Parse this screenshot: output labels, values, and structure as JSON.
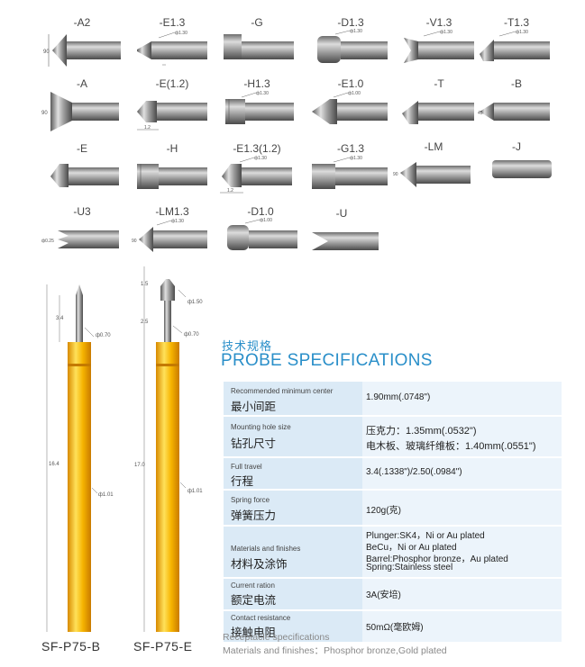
{
  "tips": {
    "a2": {
      "label": "-A2",
      "dim": "90"
    },
    "e13": {
      "label": "-E1.3",
      "dim": "ф1.30"
    },
    "g": {
      "label": "-G"
    },
    "d13": {
      "label": "-D1.3",
      "dim": "ф1.30"
    },
    "v13": {
      "label": "-V1.3",
      "dim": "ф1.30"
    },
    "t13": {
      "label": "-T1.3",
      "dim": "ф1.30"
    },
    "a": {
      "label": "-A",
      "dim": "90"
    },
    "e12": {
      "label": "-E(1.2)",
      "dim": "1.2"
    },
    "h13": {
      "label": "-H1.3",
      "dim": "ф1.30"
    },
    "e10": {
      "label": "-E1.0",
      "dim": "ф1.00"
    },
    "t": {
      "label": "-T"
    },
    "b": {
      "label": "-B",
      "dim": "45"
    },
    "e": {
      "label": "-E"
    },
    "h": {
      "label": "-H"
    },
    "e1312": {
      "label": "-E1.3(1.2)",
      "dim": "ф1.30",
      "dim2": "1.2"
    },
    "g13": {
      "label": "-G1.3",
      "dim": "ф1.30"
    },
    "lm": {
      "label": "-LM",
      "dim": "90"
    },
    "j": {
      "label": "-J"
    },
    "u3": {
      "label": "-U3",
      "dim": "ф0.25"
    },
    "lm13": {
      "label": "-LM1.3",
      "dim": "ф1.30",
      "dim2": "90"
    },
    "d10": {
      "label": "-D1.0",
      "dim": "ф1.00"
    },
    "u": {
      "label": "-U"
    }
  },
  "probe_b": {
    "name": "SF-P75-B",
    "len_tip": "3.4",
    "len_total": "16.4",
    "dia_tip": "ф0.70",
    "dia_barrel": "ф1.01"
  },
  "probe_e": {
    "name": "SF-P75-E",
    "len_head": "1.5",
    "len_neck": "2.5",
    "len_total": "17.0",
    "dia_head": "ф1.50",
    "dia_tip": "ф0.70",
    "dia_barrel": "ф1.01"
  },
  "spec": {
    "title_cn": "技术规格",
    "title_en": "PROBE SPECIFICATIONS",
    "rows": [
      {
        "en": "Recommended minimum center",
        "cn": "最小间距",
        "val1": "1.90mm(.0748\")"
      },
      {
        "en": "Mounting hole size",
        "cn": "钻孔尺寸",
        "val1": "压克力：1.35mm(.0532\")",
        "val2": "电木板、玻璃纤维板：1.40mm(.0551\")"
      },
      {
        "en": "Full travel",
        "cn": "行程",
        "val1": "3.4(.1338\")/2.50(.0984\")"
      },
      {
        "en": "Spring force",
        "cn": "弹簧压力",
        "val1": "120g(克)"
      },
      {
        "en": "Materials and finishes",
        "cn": "材料及涂饰",
        "val1": "Plunger:SK4，Ni or Au plated",
        "val2": "BeCu，Ni or Au plated",
        "val3": "Barrel:Phosphor bronze，Au plated",
        "val4": "Spring:Stainless steel"
      },
      {
        "en": "Current ration",
        "cn": "额定电流",
        "val1": "3A(安培)"
      },
      {
        "en": "Contact resistance",
        "cn": "接触电阻",
        "val1": "50mΩ(毫欧姆)"
      }
    ]
  },
  "footer": {
    "line1": "Receptacle specifications",
    "line2": "Materials and finishes：Phosphor bronze,Gold plated"
  }
}
